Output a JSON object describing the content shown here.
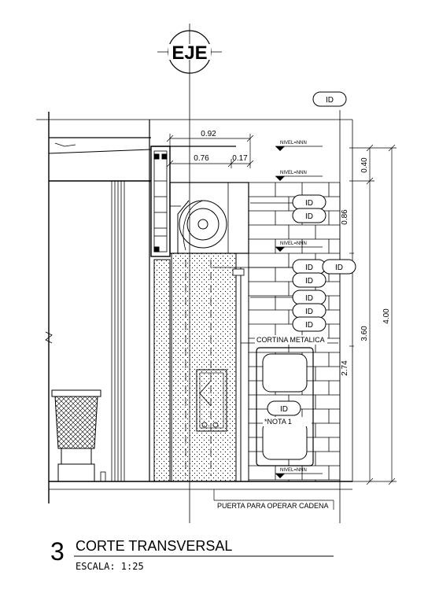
{
  "axis": {
    "label": "EJE"
  },
  "tags": {
    "id": "ID"
  },
  "dimensions": {
    "top_width": "0.92",
    "inner_width": "0.76",
    "small_width": "0.17",
    "height_a": "0.40",
    "height_b": "0.86",
    "height_total": "4.00",
    "height_c": "3.60",
    "height_d": "2.74"
  },
  "levels": {
    "label": "NIVEL=NNN"
  },
  "notes": {
    "curtain": "CORTINA METALICA",
    "nota": "*NOTA  1",
    "door": "PUERTA PARA OPERAR CADENA"
  },
  "title": {
    "number": "3",
    "name": "CORTE TRANSVERSAL",
    "scale": "ESCALA:  1:25"
  }
}
